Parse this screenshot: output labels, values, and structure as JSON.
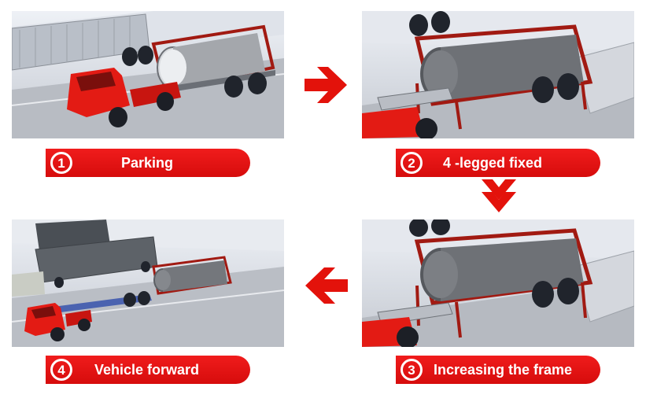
{
  "steps": [
    {
      "number": "1",
      "label": "Parking"
    },
    {
      "number": "2",
      "label": "4 -legged fixed"
    },
    {
      "number": "3",
      "label": "Increasing the frame"
    },
    {
      "number": "4",
      "label": "Vehicle forward"
    }
  ],
  "colors": {
    "accent": "#e3120b",
    "truck": "#e31b14",
    "frame": "#a11a12",
    "tank": "#8a8d91"
  },
  "icons": [
    "arrow-right-icon",
    "arrow-down-icon",
    "arrow-left-icon"
  ]
}
